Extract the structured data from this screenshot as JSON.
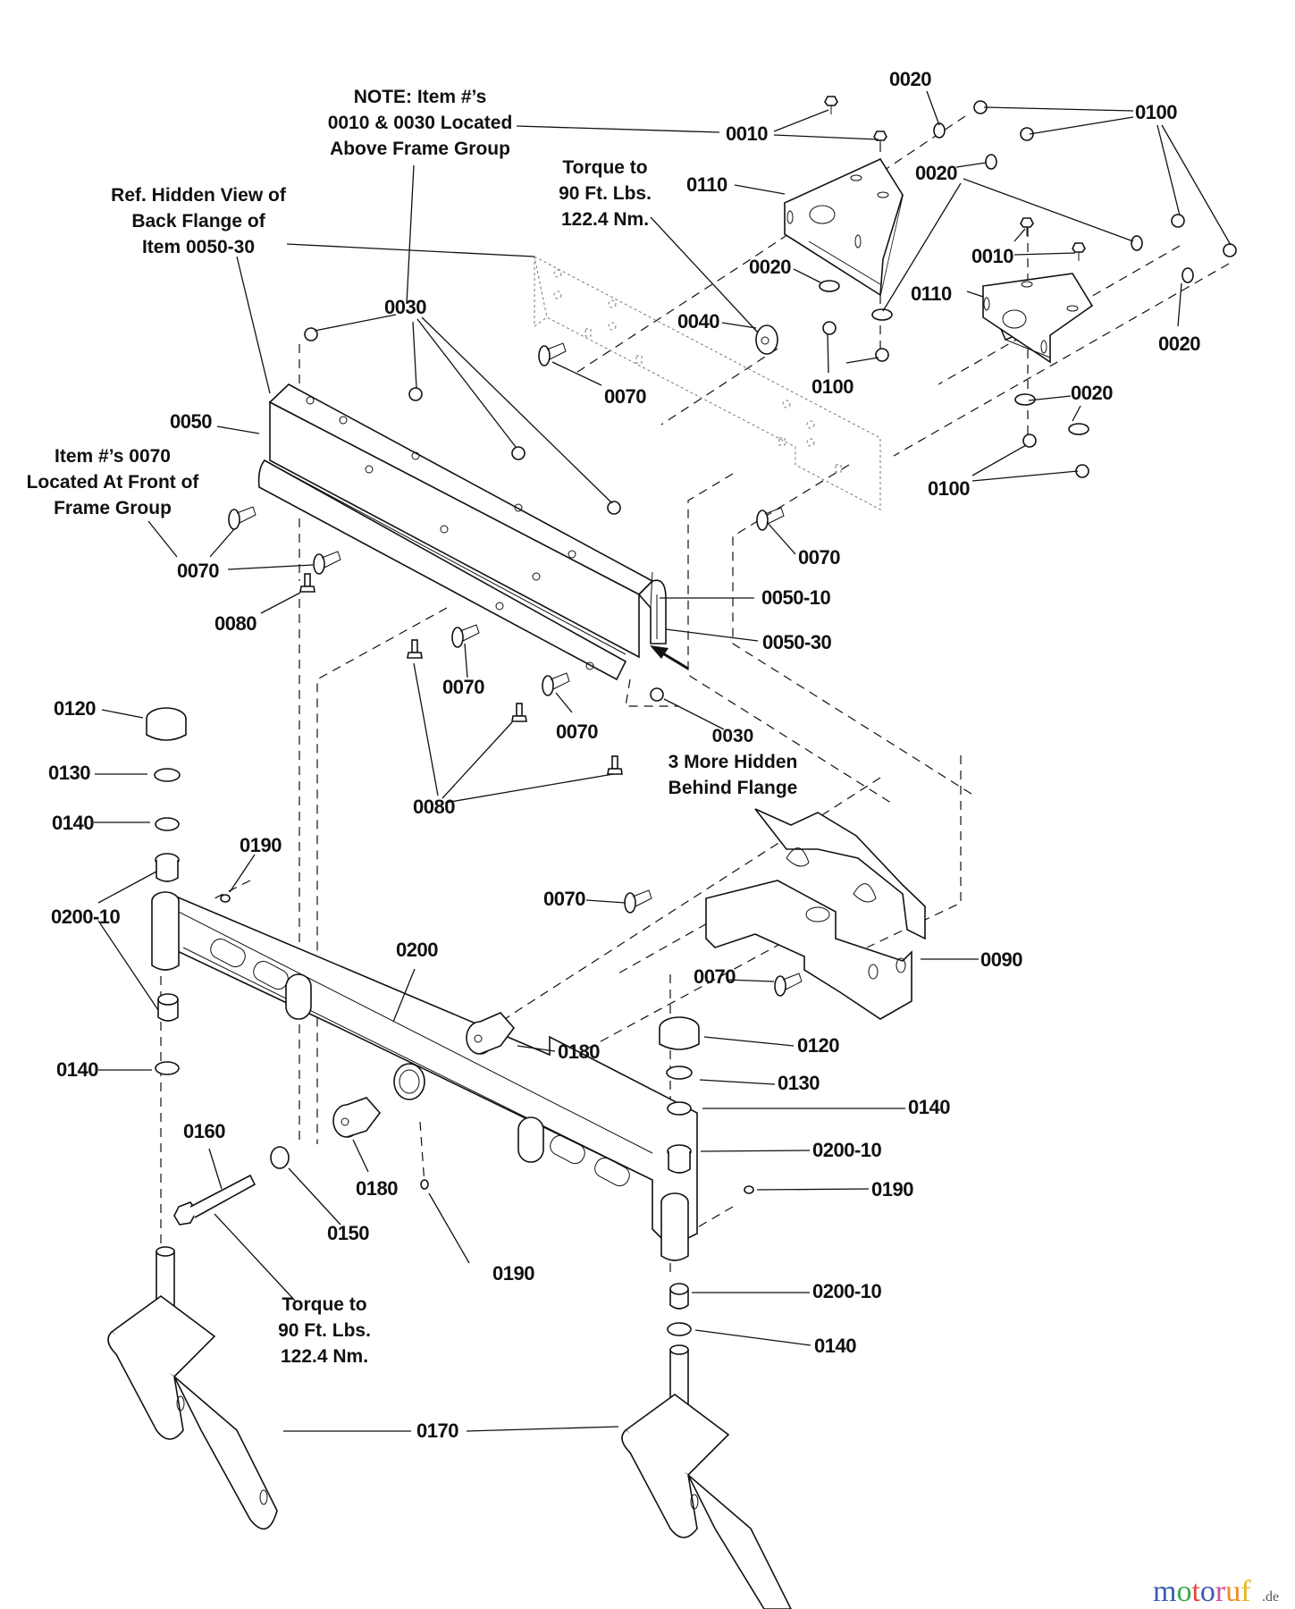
{
  "diagram": {
    "title": "Front Axle / Caster Fork Assembly - Exploded Parts View",
    "notes": {
      "note_0010_0030": [
        "NOTE: Item #’s",
        "0010 & 0030 Located",
        "Above Frame Group"
      ],
      "ref_hidden_view": [
        "Ref. Hidden View of",
        "Back Flange of",
        "Item 0050-30"
      ],
      "torque_top": [
        "Torque to",
        "90 Ft. Lbs.",
        "122.4 Nm."
      ],
      "item_0070_front": [
        "Item #’s 0070",
        "Located At Front of",
        "Frame Group"
      ],
      "hidden_0030": [
        "0030",
        "3 More Hidden",
        "Behind Flange"
      ],
      "torque_bottom": [
        "Torque to",
        "90 Ft. Lbs.",
        "122.4 Nm."
      ]
    },
    "labels": {
      "l0020_a": "0020",
      "l0010_a": "0010",
      "l0100_a": "0100",
      "l0110_a": "0110",
      "l0020_b": "0020",
      "l0010_b": "0010",
      "l0110_b": "0110",
      "l0020_c": "0020",
      "l0020_d": "0020",
      "l0040": "0040",
      "l0030_a": "0030",
      "l0070_a": "0070",
      "l0100_b": "0100",
      "l0020_e": "0020",
      "l0100_c": "0100",
      "l0050": "0050",
      "l0070_b": "0070",
      "l0070_c": "0070",
      "l0080_a": "0080",
      "l0050_10": "0050-10",
      "l0050_30": "0050-30",
      "l0070_d": "0070",
      "l0070_e": "0070",
      "l0080_b": "0080",
      "l0120_a": "0120",
      "l0130_a": "0130",
      "l0140_a": "0140",
      "l0190_a": "0190",
      "l0200_10_a": "0200-10",
      "l0070_f": "0070",
      "l0090": "0090",
      "l0070_g": "0070",
      "l0200": "0200",
      "l0180_a": "0180",
      "l0120_b": "0120",
      "l0140_b": "0140",
      "l0130_b": "0130",
      "l0140_c": "0140",
      "l0160": "0160",
      "l0200_10_b": "0200-10",
      "l0180_b": "0180",
      "l0150": "0150",
      "l0190_b": "0190",
      "l0190_c": "0190",
      "l0200_10_c": "0200-10",
      "l0140_d": "0140",
      "l0170": "0170"
    },
    "watermark": {
      "brand": "motoruf",
      "tld": ".de",
      "letter_colors": [
        "#3b5bb5",
        "#3aa84a",
        "#e0483e",
        "#3b5bb5",
        "#d14fa0",
        "#f08a24",
        "#e6b81c"
      ]
    }
  }
}
